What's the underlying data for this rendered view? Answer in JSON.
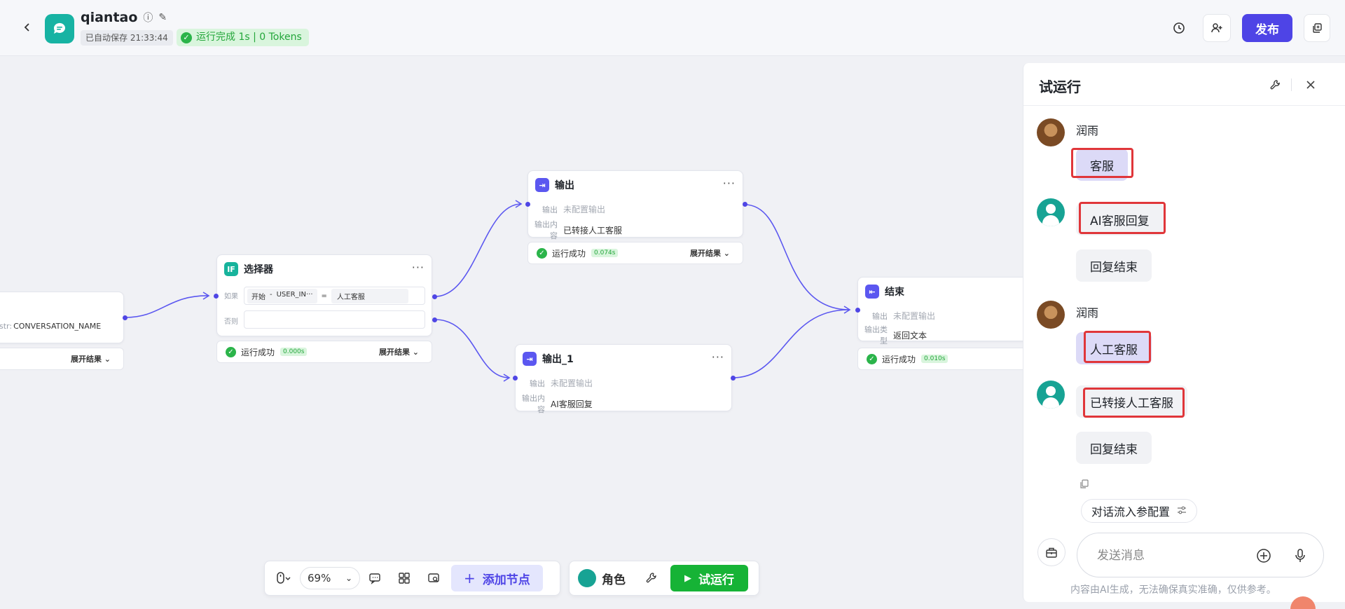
{
  "header": {
    "app_name": "qiantao",
    "autosave": "已自动保存 21:33:44",
    "run_status": "运行完成 1s | 0 Tokens",
    "publish_label": "发布"
  },
  "canvas": {
    "start_node": {
      "var_label": "str:",
      "var_value": "CONVERSATION_NAME",
      "expand_label": "展开结果"
    },
    "selector_node": {
      "icon": "IF",
      "title": "选择器",
      "if_label": "如果",
      "cond_source": "开始",
      "cond_sep": "-",
      "cond_var": "USER_IN···",
      "cond_op": "=",
      "cond_value": "人工客服",
      "else_label": "否则",
      "status": "运行成功",
      "time": "0.000s",
      "expand_label": "展开结果"
    },
    "output_node": {
      "title": "输出",
      "out_key": "输出",
      "out_val": "未配置输出",
      "content_key": "输出内容",
      "content_val": "已转接人工客服",
      "status": "运行成功",
      "time": "0.074s",
      "expand_label": "展开结果"
    },
    "output1_node": {
      "title": "输出_1",
      "out_key": "输出",
      "out_val": "未配置输出",
      "content_key": "输出内容",
      "content_val": "AI客服回复"
    },
    "end_node": {
      "title": "结束",
      "out_key": "输出",
      "out_val": "未配置输出",
      "type_key": "输出类型",
      "type_val": "返回文本",
      "status": "运行成功",
      "time": "0.010s"
    }
  },
  "toolbar": {
    "zoom": "69%",
    "add_node_label": "添加节点",
    "role_label": "角色",
    "test_run_label": "试运行"
  },
  "panel": {
    "title": "试运行",
    "messages": [
      {
        "sender": "润雨",
        "text": "客服"
      },
      {
        "text": "AI客服回复"
      },
      {
        "text": "回复结束"
      },
      {
        "sender": "润雨",
        "text": "人工客服"
      },
      {
        "text": "已转接人工客服"
      },
      {
        "text": "回复结束"
      }
    ],
    "param_btn_label": "对话流入参配置",
    "input_placeholder": "发送消息",
    "disclaimer": "内容由AI生成，无法确保真实准确，仅供参考。"
  },
  "colors": {
    "accent": "#4e44e6",
    "run_green": "#16b336",
    "highlight_red": "#e0363a",
    "user_bubble": "#dcdaf7"
  }
}
